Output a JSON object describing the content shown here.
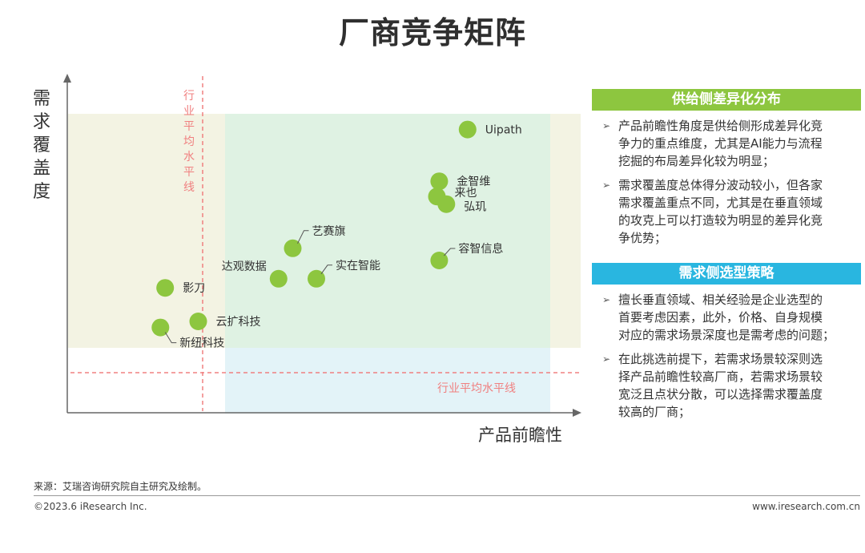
{
  "title": "厂商竞争矩阵",
  "chart_data": {
    "type": "scatter",
    "xlabel": "产品前瞻性",
    "ylabel": "需求覆盖度",
    "reference_lines": {
      "vertical_label": "行业平均水平线",
      "horizontal_label": "行业平均水平线"
    },
    "points": [
      {
        "label": "Uipath",
        "x": 8.2,
        "y": 9.3
      },
      {
        "label": "金智维",
        "x": 7.6,
        "y": 7.6
      },
      {
        "label": "来也",
        "x": 7.55,
        "y": 7.1
      },
      {
        "label": "弘玑",
        "x": 7.75,
        "y": 6.85
      },
      {
        "label": "容智信息",
        "x": 7.6,
        "y": 5.0
      },
      {
        "label": "艺赛旗",
        "x": 4.5,
        "y": 5.4
      },
      {
        "label": "达观数据",
        "x": 4.2,
        "y": 4.4
      },
      {
        "label": "实在智能",
        "x": 5.0,
        "y": 4.4
      },
      {
        "label": "影刀",
        "x": 1.8,
        "y": 4.1
      },
      {
        "label": "云扩科技",
        "x": 2.5,
        "y": 3.0
      },
      {
        "label": "新纽科技",
        "x": 1.7,
        "y": 2.8
      }
    ],
    "colors": {
      "point": "#8dc63f",
      "avg_line": "#f08080",
      "green_area": "#dff2e3",
      "beige_area": "#f3f3e3",
      "blue_area": "#e3f3f8"
    }
  },
  "panel": {
    "sections": [
      {
        "header": "供给侧差异化分布",
        "color": "#8dc63f",
        "bullets": [
          [
            "产品前瞻性角度是供给侧形成差异化竞",
            "争力的重点维度，尤其是AI能力与流程",
            "挖掘的布局差异化较为明显；"
          ],
          [
            "需求覆盖度总体得分波动较小，但各家",
            "需求覆盖重点不同，尤其是在垂直领域",
            "的攻克上可以打造较为明显的差异化竞",
            "争优势；"
          ]
        ]
      },
      {
        "header": "需求侧选型策略",
        "color": "#29b6e0",
        "bullets": [
          [
            "擅长垂直领域、相关经验是企业选型的",
            "首要考虑因素，此外，价格、自身规模",
            "对应的需求场景深度也是需考虑的问题；"
          ],
          [
            "在此挑选前提下，若需求场景较深则选",
            "择产品前瞻性较高厂商，若需求场景较",
            "宽泛且点状分散，可以选择需求覆盖度",
            "较高的厂商；"
          ]
        ]
      }
    ]
  },
  "footer": {
    "source": "来源：艾瑞咨询研究院自主研究及绘制。",
    "copyright": "©2023.6 iResearch Inc.",
    "website": "www.iresearch.com.cn"
  }
}
